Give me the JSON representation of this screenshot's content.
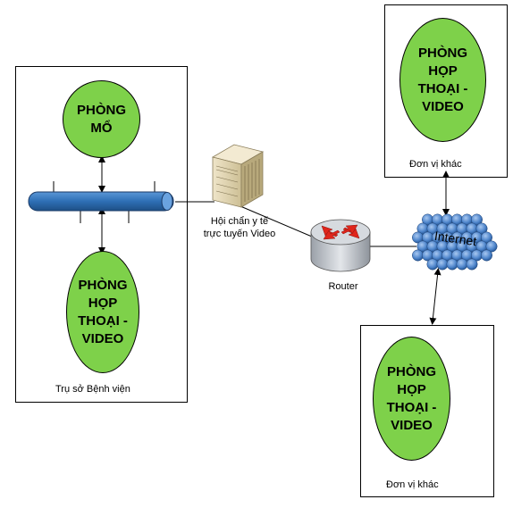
{
  "hospital": {
    "caption": "Trụ sở Bệnh viện",
    "operating_room": "PHÒNG\nMỔ",
    "video_room": "PHÒNG\nHỌP\nTHOẠI -\nVIDEO"
  },
  "server": {
    "label_line1": "Hội chẩn y tế",
    "label_line2": "trực tuyến Video"
  },
  "router": {
    "label": "Router"
  },
  "internet": {
    "label": "Internet"
  },
  "remote_top": {
    "room": "PHÒNG\nHỌP\nTHOẠI -\nVIDEO",
    "caption": "Đơn vị khác"
  },
  "remote_bottom": {
    "room": "PHÒNG\nHỌP\nTHOẠI -\nVIDEO",
    "caption": "Đơn vị khác"
  },
  "colors": {
    "room_fill": "#7ed14a",
    "bus_fill": "#2e6fb5",
    "cloud_fill": "#6e9cd8",
    "router_fill": "#c8ccd2",
    "router_arrows": "#e0251b"
  }
}
